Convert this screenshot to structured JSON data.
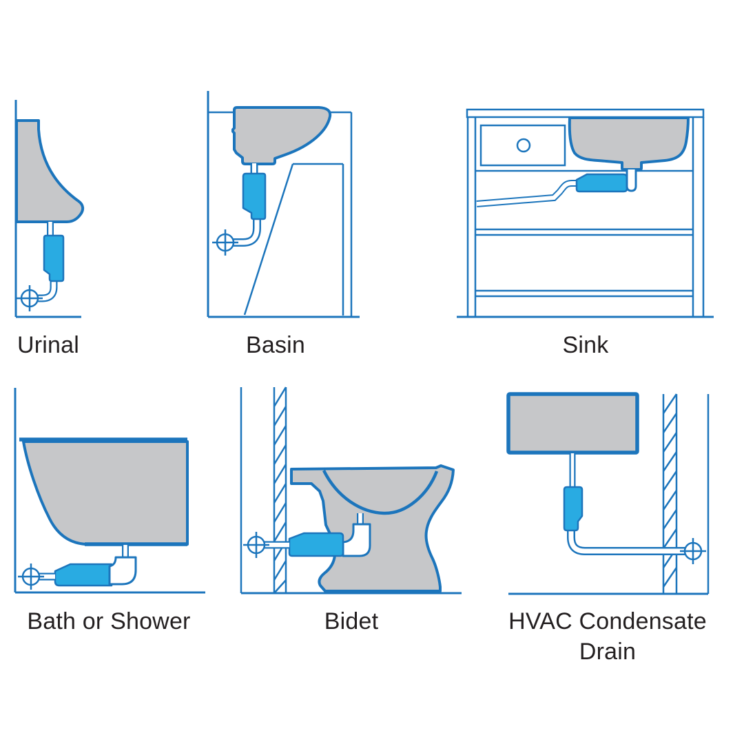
{
  "diagram_title": "",
  "panels": [
    {
      "id": "urinal",
      "label": "Urinal"
    },
    {
      "id": "basin",
      "label": "Basin"
    },
    {
      "id": "sink",
      "label": "Sink"
    },
    {
      "id": "bath-or-shower",
      "label": "Bath or Shower"
    },
    {
      "id": "bidet",
      "label": "Bidet"
    },
    {
      "id": "hvac-condensate-drain",
      "label": "HVAC Condensate Drain"
    }
  ],
  "colors": {
    "outline_blue": "#1C75BC",
    "trap_fill_cyan": "#29ABE2",
    "fixture_fill_gray": "#C6C7C9",
    "label_text": "#231F20",
    "background": "#FFFFFF"
  },
  "symbols": {
    "crosshair_circle": "pipe-connection-point",
    "cyan_block": "waterless-trap-valve",
    "hatched_band": "wall-section"
  }
}
